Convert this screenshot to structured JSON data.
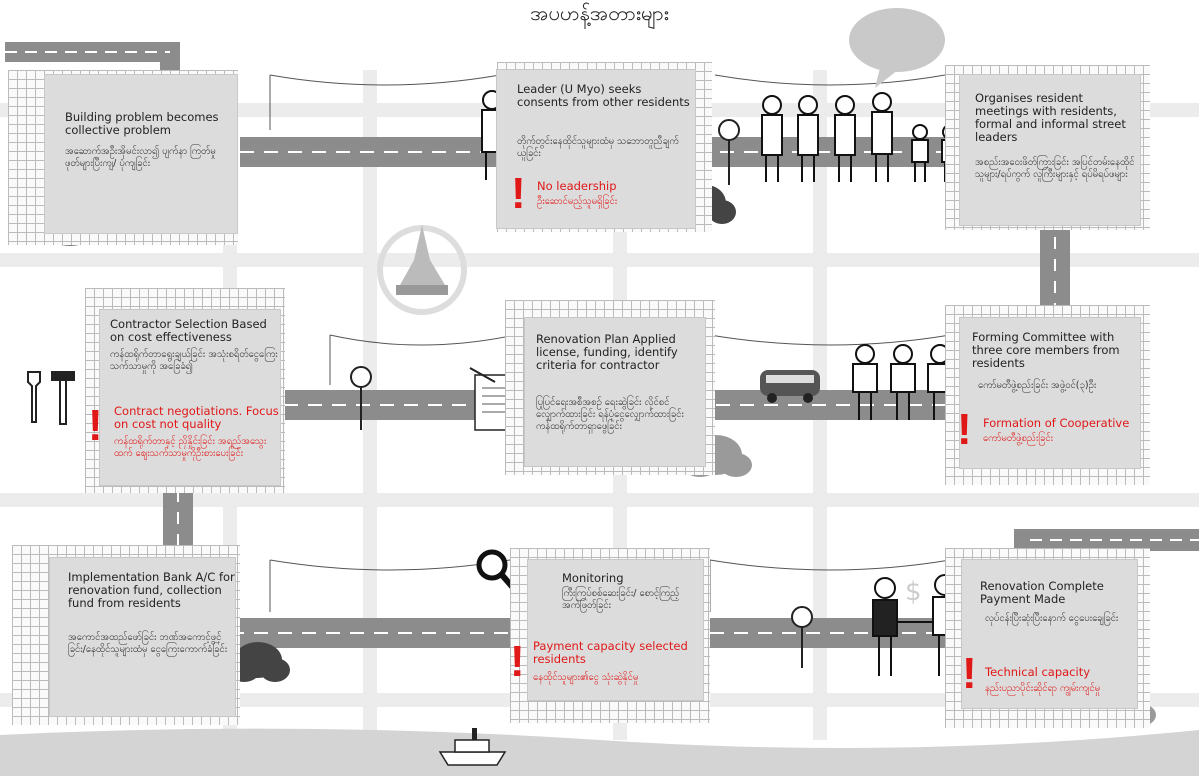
{
  "title": "အပဟန့်အတားများ",
  "steps": [
    {
      "title": "Building problem becomes collective problem",
      "detail": "အဆောက်အဦးအိုမင်းလာ၍ ပျက်နာ ကြတ်မှုဖုတ်များပြီးကျ/ ပုံကျခြင်း"
    },
    {
      "title": "Leader (U Myo) seeks  consents from other residents",
      "detail": "တိုက်တွင်းနေထိုင်သူများထံမှ သဘောတူညီချက်ယူခြင်း",
      "barrier_en": "No leadership",
      "barrier_mm": "ဦးဆောင်မည့်သူမရှိခြင်း"
    },
    {
      "title": "Organises resident meetings with residents, formal and informal street leaders",
      "detail": "အစည်းအဝေးဖိတ်ကြားခြင်း အပြင်တမ်းနေထိုင်သူများ/ရပ်ကွက် လူကြီးများနှင့် ရပ်မိရပ်ဖများ"
    },
    {
      "title": "Forming Committee with three core members from residents",
      "detail": "ကော်မတီဖွဲ့စည်းခြင်း အဖွဲ့ဝင်(၃)ဦး",
      "barrier_en": "Formation of Cooperative",
      "barrier_mm": "ကော်မတီဖွဲ့စည်းခြင်း"
    },
    {
      "title": "Renovation Plan Applied license, funding, identify criteria for contractor",
      "detail": "ပြုပြင်ရေးအစီအစဉ် ရေးဆွဲခြင်း လိုင်စင်လျှောက်ထားခြင်း ရန်ပုံငွေလျှောက်ထားခြင်း ကန်ထရိုက်တာရှာဖွေခြင်း"
    },
    {
      "title": "Contractor Selection Based on cost effectiveness",
      "detail": "ကန်ထရိုက်တာရွေးချယ်ခြင်း အသုံးစရိတ်ငွေကြေးသက်သာမှုကို အခြေခံ၍",
      "barrier_en": "Contract negotiations. Focus on cost not quality",
      "barrier_mm": "ကန်ထရိုက်တာနှင့် ညှိနှိုင်းခြင်း အရည်အသွေးထက် ဈေးသက်သာမှုကိုဦးစားပေးခြင်း"
    },
    {
      "title": "Implementation Bank A/C for renovation fund, collection fund from residents",
      "detail": "အကောင်အထည်ဖော်ခြင်း ဘဏ်အကောင့်ဖွင့်ခြင်း/နေထိုင်သူများထံမှ ငွေကြေးကောက်ခံခြင်း"
    },
    {
      "title": "Monitoring",
      "detail": "ကြီးကြပ်စစ်ဆေးခြင်း/ စောင့်ကြည့်အကဲဖြတ်ခြင်း",
      "barrier_en": "Payment capacity selected residents",
      "barrier_mm": "နေထိုင်သူများ၏ငွေ သုံးဆွဲနိုင်မှု"
    },
    {
      "title": "Renovation Complete Payment Made",
      "detail": "လုပ်ငန်းပြီးဆုံးပြီးနောက် ငွေပေးချေခြင်း",
      "barrier_en": "Technical capacity",
      "barrier_mm": "နည်းပညာပိုင်းဆိုင်ရာ ကျွမ်းကျင်မှု"
    }
  ],
  "colors": {
    "road": "#8c8c8c",
    "box": "#dcdcdc",
    "barrier": "#e01818"
  }
}
